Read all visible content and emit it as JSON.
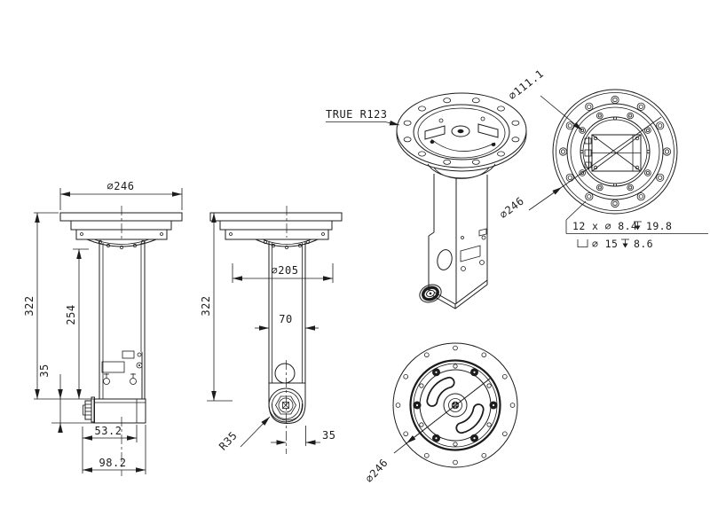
{
  "front": {
    "dia_top": "⌀246",
    "height_total": "322",
    "column_height": "254",
    "box_height": "35",
    "width_inner": "53.2",
    "width_outer": "98.2"
  },
  "side": {
    "height_total": "322",
    "dia_dome": "⌀205",
    "column_width": "70",
    "radius_bottom": "R35",
    "offset_right": "35"
  },
  "iso": {
    "true_radius": "TRUE R123"
  },
  "rear": {
    "dia_inner": "⌀111.1",
    "dia_outer": "⌀246",
    "hole_spec": "12 x ⌀ 8.4",
    "hole_depth": "19.8",
    "cbore_dia": "⌀ 15",
    "cbore_depth": "8.6"
  },
  "bottom": {
    "dia_outer": "⌀246"
  },
  "colors": {
    "line": "#1c1c1c",
    "background": "#ffffff"
  }
}
